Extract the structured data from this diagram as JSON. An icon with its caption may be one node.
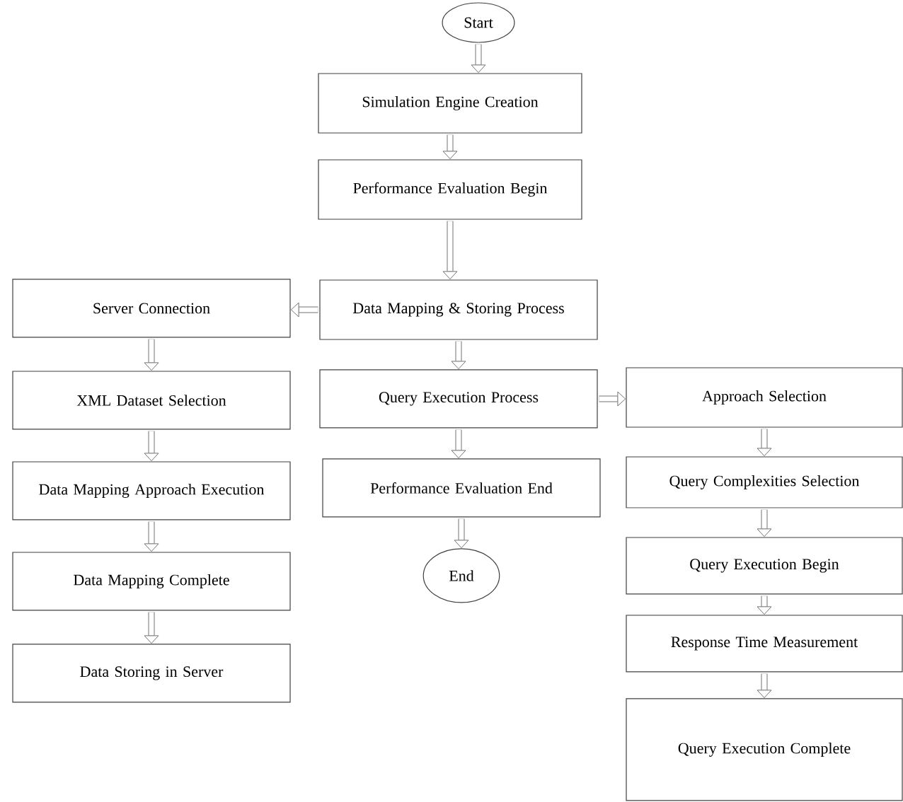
{
  "diagram": {
    "nodes": [
      {
        "text": [
          "Start"
        ]
      },
      {
        "text": [
          "Simulation Engine Creation"
        ]
      },
      {
        "text": [
          "Performance Evaluation Begin"
        ]
      },
      {
        "text": [
          "Data Mapping & Storing Process"
        ]
      },
      {
        "text": [
          "Query Execution Process"
        ]
      },
      {
        "text": [
          "Performance Evaluation End"
        ]
      },
      {
        "text": [
          "End"
        ]
      },
      {
        "text": [
          "Server Connection"
        ]
      },
      {
        "text": [
          "XML Dataset Selection"
        ]
      },
      {
        "text": [
          "Data Mapping Approach Execution"
        ]
      },
      {
        "text": [
          "Data Mapping Complete"
        ]
      },
      {
        "text": [
          "Data Storing in Server"
        ]
      },
      {
        "text": [
          "Approach Selection"
        ]
      },
      {
        "text": [
          "Query Complexities Selection"
        ]
      },
      {
        "text": [
          "Query Execution Begin"
        ]
      },
      {
        "text": [
          "Response Time Measurement"
        ]
      },
      {
        "text": [
          "Query Execution Complete"
        ]
      }
    ],
    "edges": [
      {
        "from": 0,
        "to": 1,
        "arrow": "to"
      },
      {
        "from": 1,
        "to": 2,
        "arrow": "to"
      },
      {
        "from": 2,
        "to": 3,
        "arrow": "to"
      },
      {
        "from": 3,
        "to": 7,
        "arrow": "to"
      },
      {
        "from": 3,
        "to": 4,
        "arrow": "to"
      },
      {
        "from": 4,
        "to": 12,
        "arrow": "to"
      },
      {
        "from": 4,
        "to": 5,
        "arrow": "to"
      },
      {
        "from": 5,
        "to": 6,
        "arrow": "to"
      },
      {
        "from": 7,
        "to": 8,
        "arrow": "to"
      },
      {
        "from": 8,
        "to": 9,
        "arrow": "to"
      },
      {
        "from": 9,
        "to": 10,
        "arrow": "to"
      },
      {
        "from": 10,
        "to": 11,
        "arrow": "to"
      },
      {
        "from": 12,
        "to": 13,
        "arrow": "to"
      },
      {
        "from": 13,
        "to": 14,
        "arrow": "to"
      },
      {
        "from": 14,
        "to": 15,
        "arrow": "to"
      },
      {
        "from": 15,
        "to": 16,
        "arrow": "to"
      }
    ]
  }
}
